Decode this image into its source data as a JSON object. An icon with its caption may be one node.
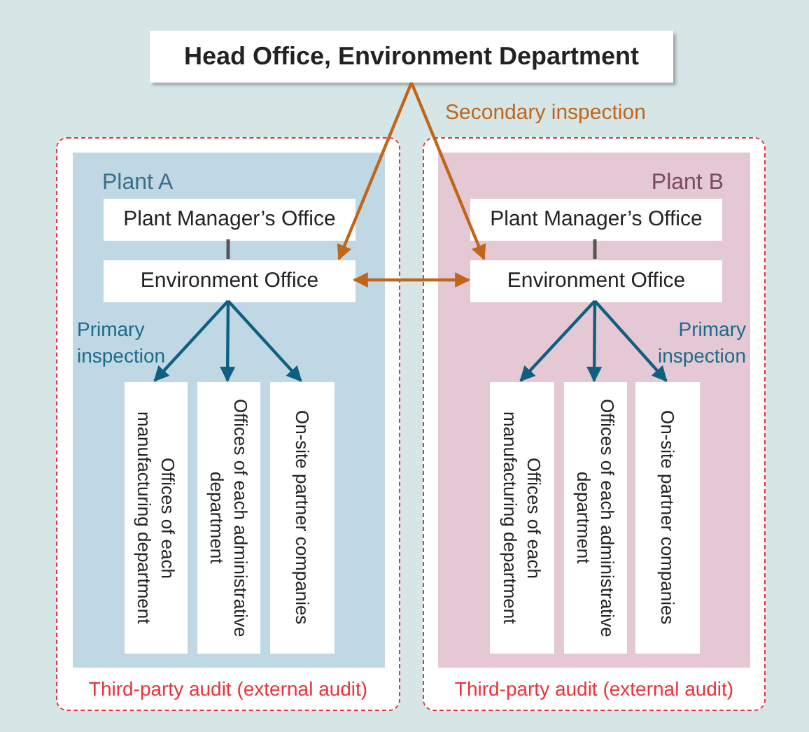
{
  "diagram": {
    "nodes": [
      {
        "text": [
          "Head Office, Environment Department"
        ]
      },
      {
        "text": [
          "Third-party audit (external audit)"
        ]
      },
      {
        "text": [
          "Plant A"
        ],
        "in": 1
      },
      {
        "text": [
          "Plant Manager’s Office"
        ],
        "in": 2
      },
      {
        "text": [
          "Environment Office"
        ],
        "in": 2
      },
      {
        "text": [
          "Offices of each manufacturing department"
        ],
        "in": 2
      },
      {
        "text": [
          "Offices of each administrative department"
        ],
        "in": 2
      },
      {
        "text": [
          "On-site partner companies"
        ],
        "in": 2
      },
      {
        "text": [
          "Third-party audit (external audit)"
        ]
      },
      {
        "text": [
          "Plant B"
        ],
        "in": 8
      },
      {
        "text": [
          "Plant Manager’s Office"
        ],
        "in": 9
      },
      {
        "text": [
          "Environment Office"
        ],
        "in": 9
      },
      {
        "text": [
          "Offices of each manufacturing department"
        ],
        "in": 9
      },
      {
        "text": [
          "Offices of each administrative department"
        ],
        "in": 9
      },
      {
        "text": [
          "On-site partner companies"
        ],
        "in": 9
      }
    ],
    "edges": [
      {
        "from": 0,
        "to": 4,
        "arrow": "to",
        "color": "#c0661a"
      },
      {
        "from": 0,
        "to": 11,
        "arrow": "to",
        "color": "#c0661a"
      },
      {
        "from": 4,
        "to": 11,
        "arrow": "both",
        "color": "#c0661a"
      },
      {
        "from": 3,
        "to": 4,
        "arrow": "none",
        "color": "#555555"
      },
      {
        "from": 4,
        "to": 5,
        "arrow": "to"
      },
      {
        "from": 4,
        "to": 6,
        "arrow": "to"
      },
      {
        "from": 4,
        "to": 7,
        "arrow": "to"
      },
      {
        "from": 10,
        "to": 11,
        "arrow": "none",
        "color": "#555555"
      },
      {
        "from": 11,
        "to": 12,
        "arrow": "to"
      },
      {
        "from": 11,
        "to": 13,
        "arrow": "to"
      },
      {
        "from": 11,
        "to": 14,
        "arrow": "to"
      }
    ],
    "labels": [
      "Secondary inspection",
      "Primary inspection",
      "Primary inspection"
    ]
  }
}
